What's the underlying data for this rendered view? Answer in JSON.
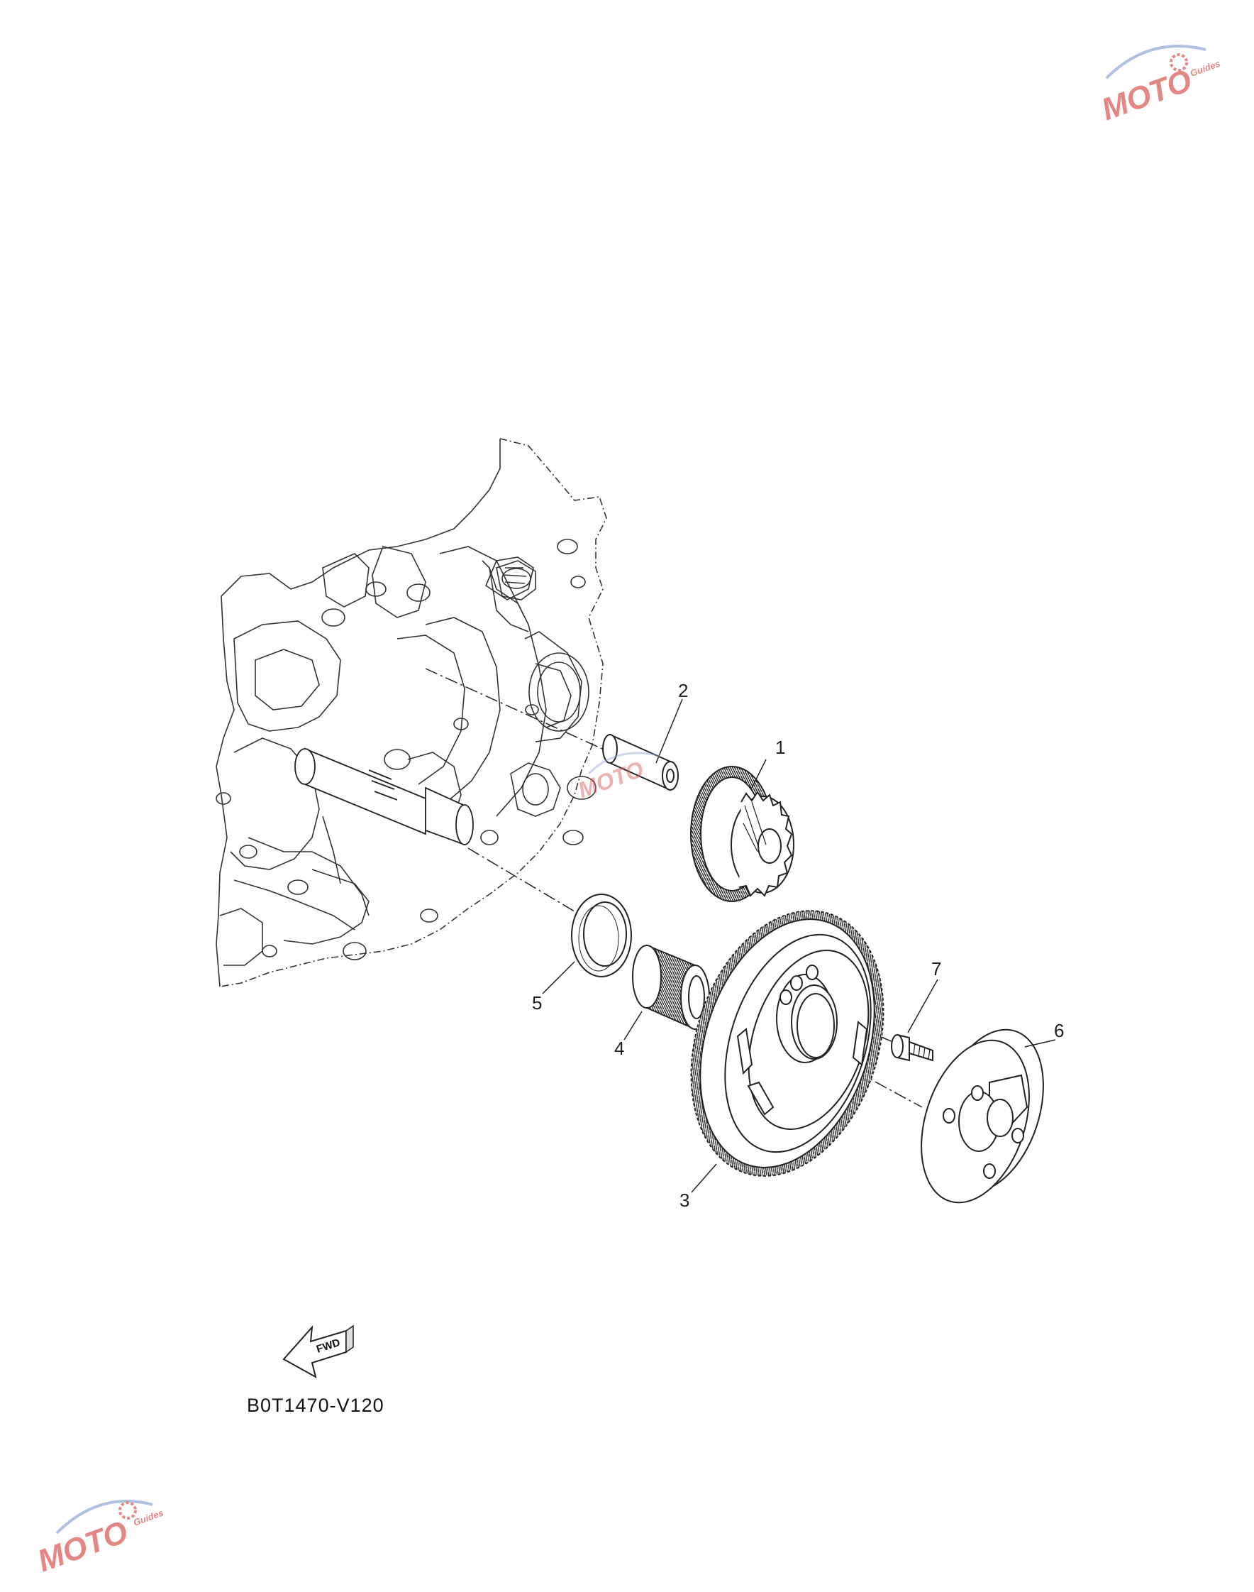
{
  "callouts": [
    {
      "id": "1",
      "label": "1"
    },
    {
      "id": "2",
      "label": "2"
    },
    {
      "id": "3",
      "label": "3"
    },
    {
      "id": "4",
      "label": "4"
    },
    {
      "id": "5",
      "label": "5"
    },
    {
      "id": "6",
      "label": "6"
    },
    {
      "id": "7",
      "label": "7"
    }
  ],
  "fwd_label": "FWD",
  "diagram_code": "B0T1470-V120",
  "watermark": {
    "brand": "MOTO",
    "sub": "Guides"
  },
  "colors": {
    "line": "#222222",
    "watermark_red": "#d9534f",
    "watermark_blue": "#8fa6d8"
  }
}
